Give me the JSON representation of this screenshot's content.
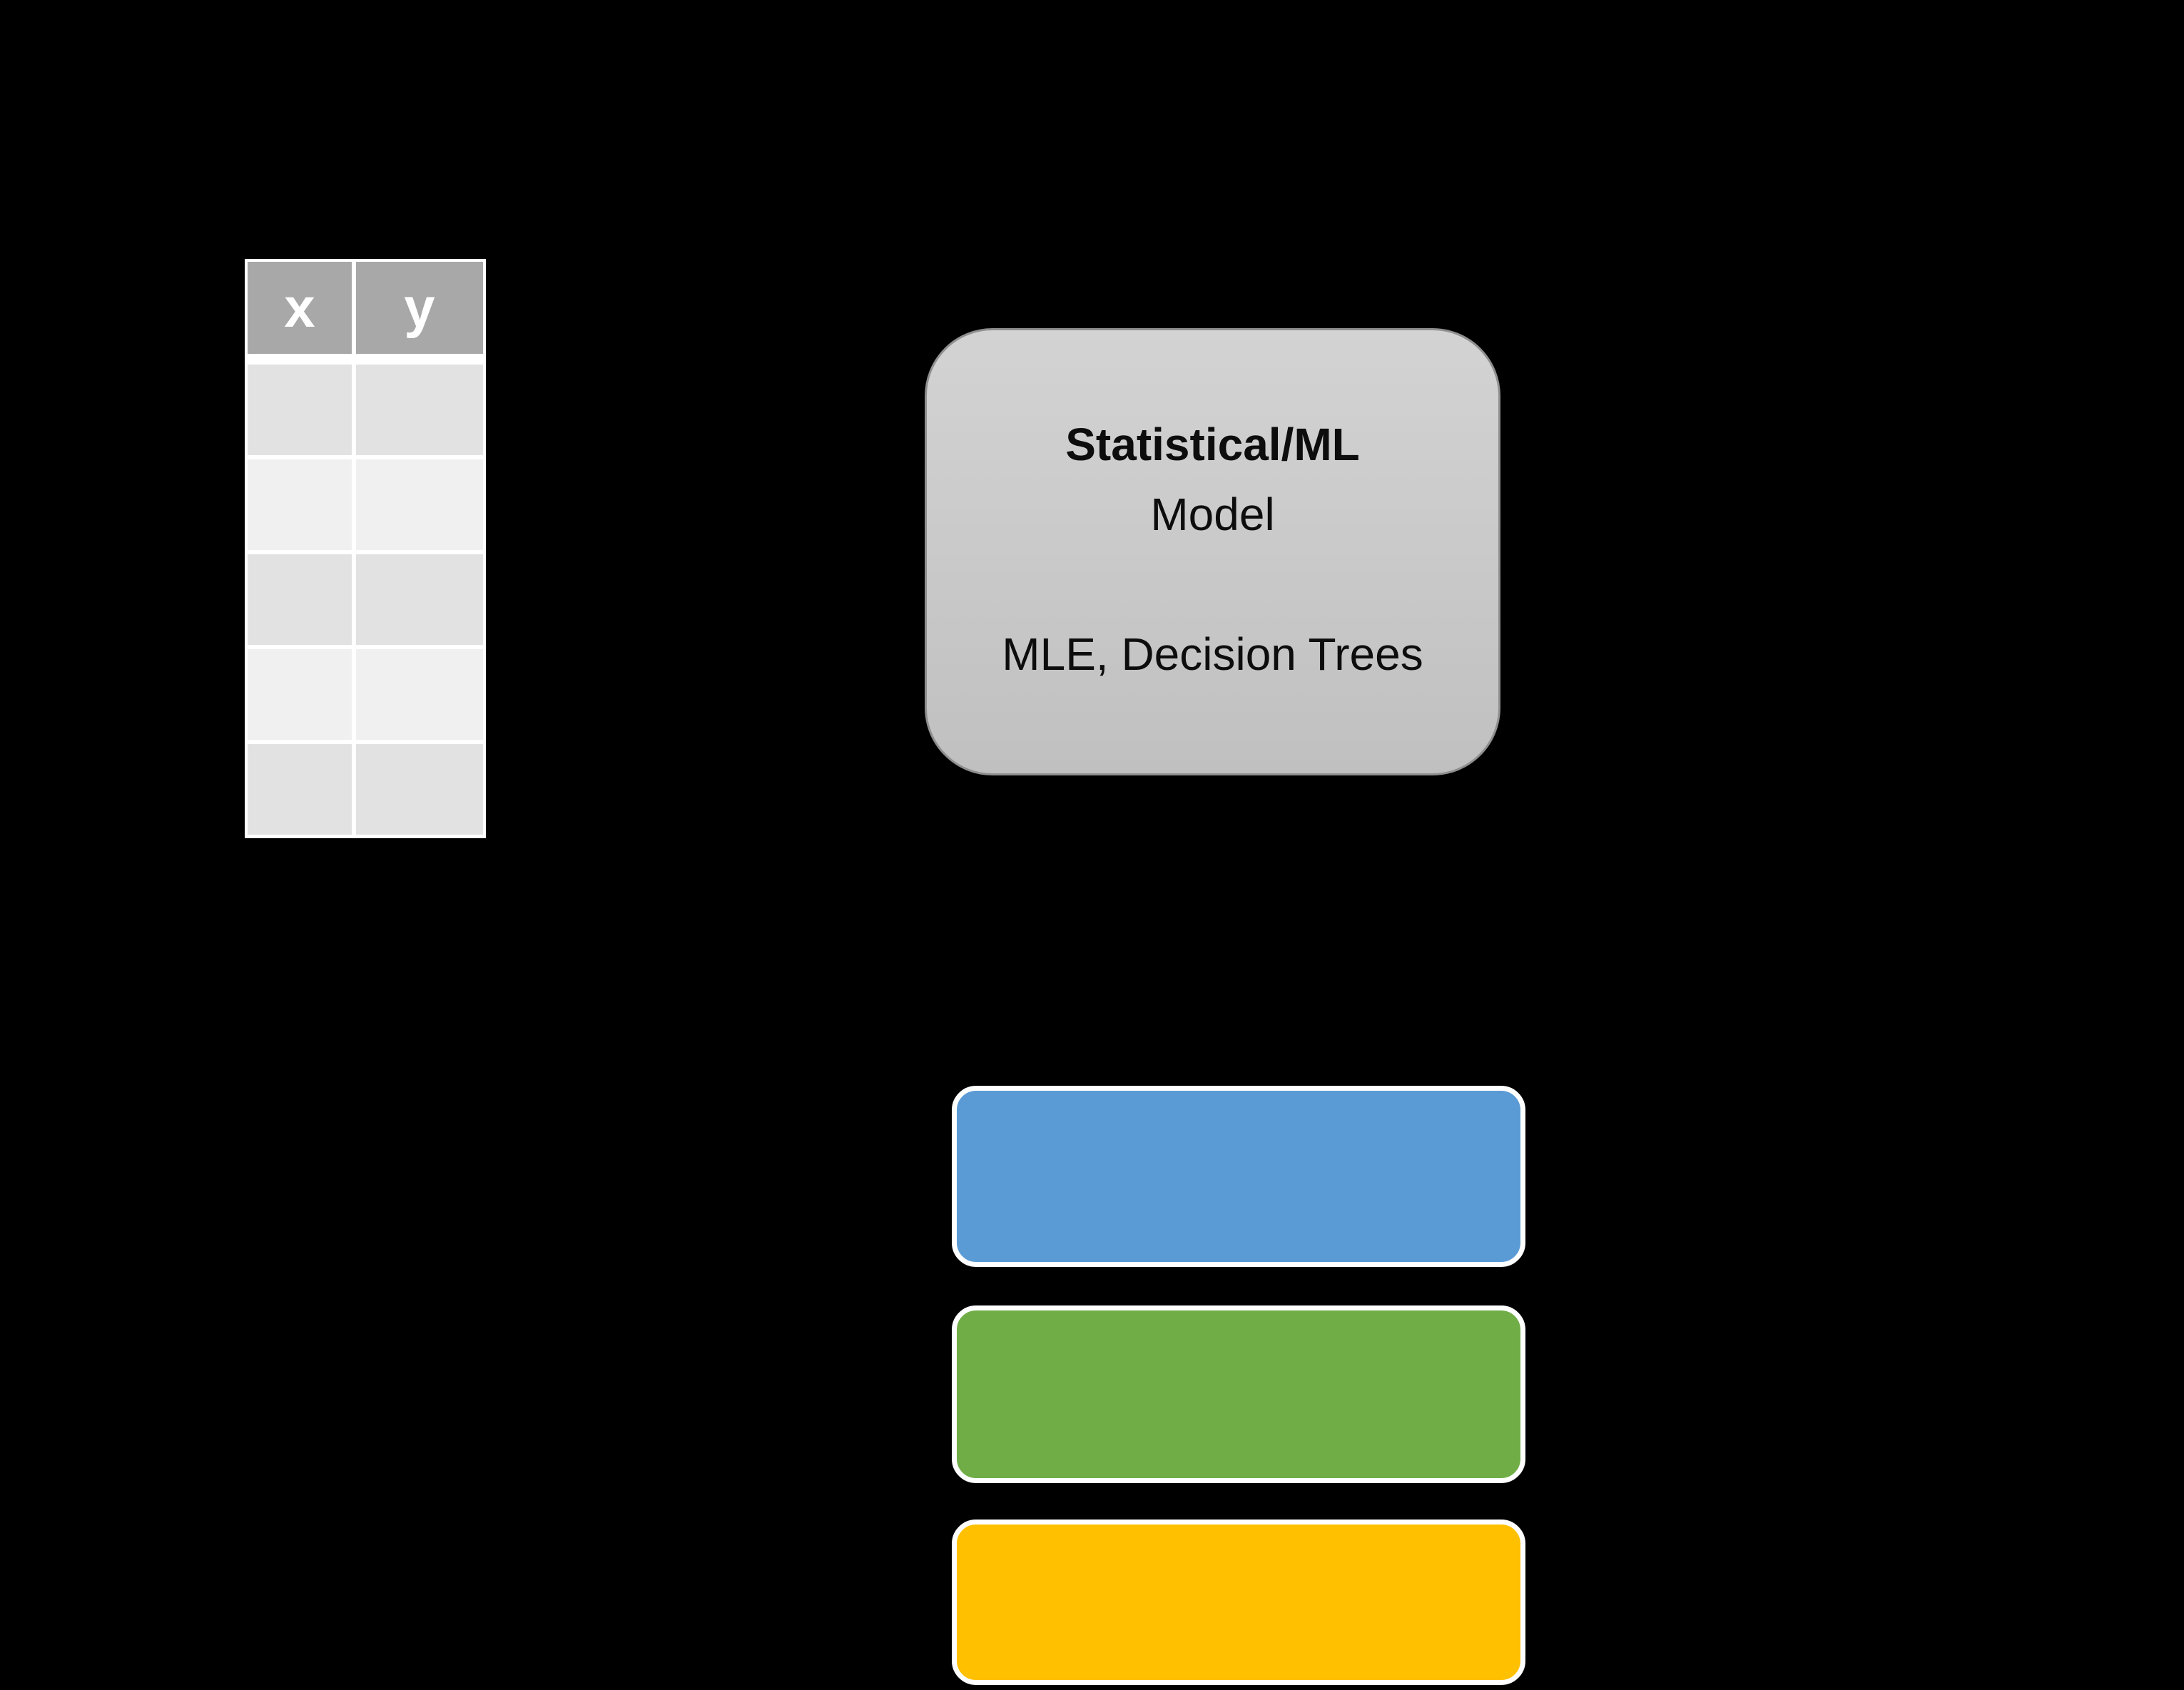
{
  "canvas": {
    "background": "#000000"
  },
  "data_table": {
    "headers": [
      "x",
      "y"
    ],
    "rows": [
      [
        "",
        ""
      ],
      [
        "",
        ""
      ],
      [
        "",
        ""
      ],
      [
        "",
        ""
      ],
      [
        "",
        ""
      ]
    ],
    "colors": {
      "header_bg": "#A8A8A8",
      "header_text": "#FFFFFF",
      "row_odd": "#E2E2E2",
      "row_even": "#F0F0F0",
      "grid": "#FFFFFF"
    }
  },
  "model_box": {
    "title": "Statistical/ML",
    "subtitle": "Model",
    "spacer": "",
    "methods": "MLE, Decision Trees",
    "colors": {
      "fill_top": "#D3D3D3",
      "fill_bottom": "#C0C0C0",
      "border": "#8F8F8F",
      "text": "#0D0D0D"
    }
  },
  "output_boxes": [
    {
      "id": "blue",
      "color": "#5B9BD5",
      "border": "#FFFFFF",
      "label": ""
    },
    {
      "id": "green",
      "color": "#70AD47",
      "border": "#FFFFFF",
      "label": ""
    },
    {
      "id": "yellow",
      "color": "#FFC000",
      "border": "#FFFFFF",
      "label": ""
    }
  ]
}
